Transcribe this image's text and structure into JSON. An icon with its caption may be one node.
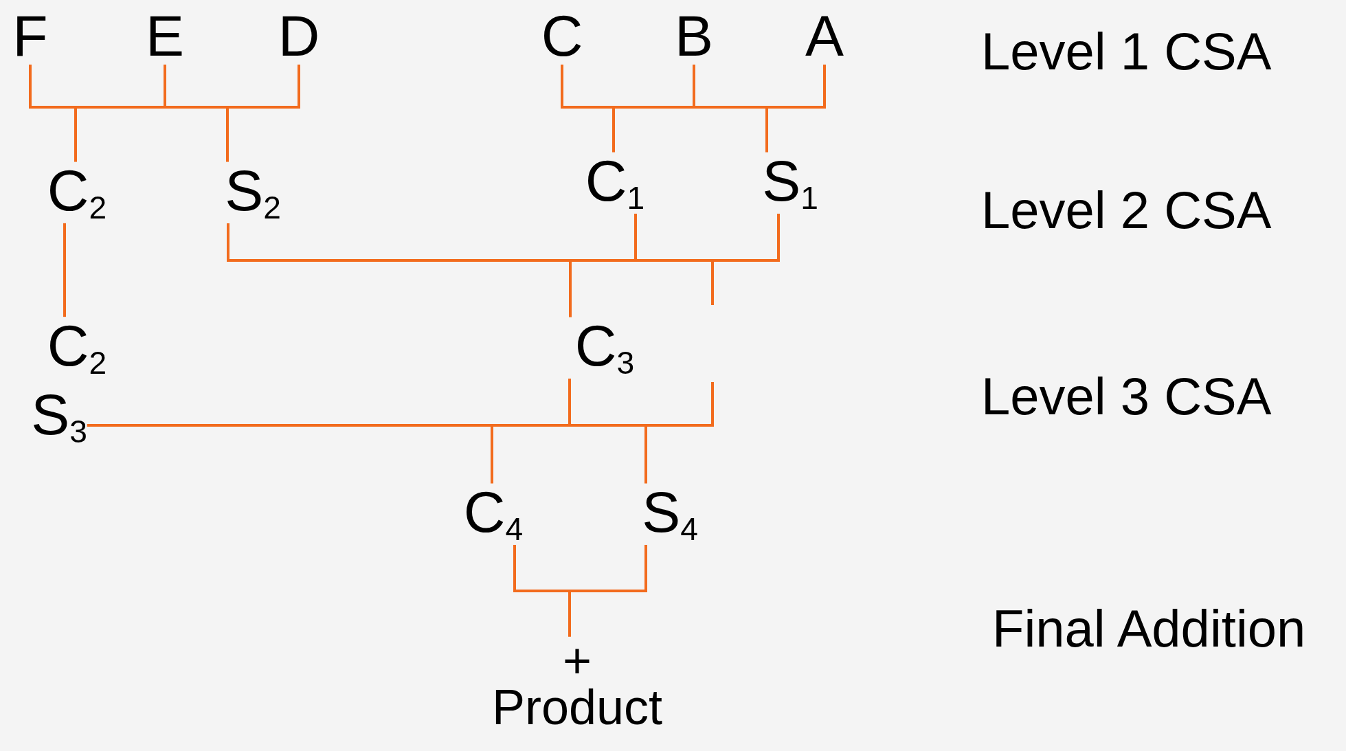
{
  "diagram": {
    "nodes": [
      {
        "text": [
          "F"
        ]
      },
      {
        "text": [
          "E"
        ]
      },
      {
        "text": [
          "D"
        ]
      },
      {
        "text": [
          "C"
        ]
      },
      {
        "text": [
          "B"
        ]
      },
      {
        "text": [
          "A"
        ]
      },
      {
        "text": [
          "C$_{2}$"
        ]
      },
      {
        "text": [
          "S$_{2}$"
        ]
      },
      {
        "text": [
          "C$_{1}$"
        ]
      },
      {
        "text": [
          "S$_{1}$"
        ]
      },
      {
        "text": [
          "C$_{2}$"
        ]
      },
      {
        "text": [
          "C$_{3}$"
        ]
      },
      {
        "text": [
          "S$_{3}$"
        ]
      },
      {
        "text": [
          "C$_{4}$"
        ]
      },
      {
        "text": [
          "S$_{4}$"
        ]
      },
      {
        "text": [
          "+",
          "Product"
        ]
      }
    ],
    "edges": [
      {
        "from": 0,
        "to": 6,
        "arrow": "none"
      },
      {
        "from": 0,
        "to": 7,
        "arrow": "none"
      },
      {
        "from": 1,
        "to": 6,
        "arrow": "none"
      },
      {
        "from": 1,
        "to": 7,
        "arrow": "none"
      },
      {
        "from": 2,
        "to": 6,
        "arrow": "none"
      },
      {
        "from": 2,
        "to": 7,
        "arrow": "none"
      },
      {
        "from": 3,
        "to": 8,
        "arrow": "none"
      },
      {
        "from": 3,
        "to": 9,
        "arrow": "none"
      },
      {
        "from": 4,
        "to": 8,
        "arrow": "none"
      },
      {
        "from": 4,
        "to": 9,
        "arrow": "none"
      },
      {
        "from": 5,
        "to": 8,
        "arrow": "none"
      },
      {
        "from": 5,
        "to": 9,
        "arrow": "none"
      },
      {
        "from": 6,
        "to": 10,
        "arrow": "none"
      },
      {
        "from": 7,
        "to": 11,
        "arrow": "none"
      },
      {
        "from": 8,
        "to": 11,
        "arrow": "none"
      },
      {
        "from": 9,
        "to": 11,
        "arrow": "none"
      },
      {
        "from": 7,
        "to": null,
        "arrow": "none"
      },
      {
        "from": 8,
        "to": null,
        "arrow": "none"
      },
      {
        "from": 9,
        "to": null,
        "arrow": "none"
      },
      {
        "from": 12,
        "to": 13,
        "arrow": "none"
      },
      {
        "from": 12,
        "to": 14,
        "arrow": "none"
      },
      {
        "from": 11,
        "to": 13,
        "arrow": "none"
      },
      {
        "from": 11,
        "to": 14,
        "arrow": "none"
      },
      {
        "from": null,
        "to": 13,
        "arrow": "none"
      },
      {
        "from": null,
        "to": 14,
        "arrow": "none"
      },
      {
        "from": 13,
        "to": 15,
        "arrow": "none"
      },
      {
        "from": 14,
        "to": 15,
        "arrow": "none"
      }
    ],
    "labels": [
      "Level 1 CSA",
      "Level 2 CSA",
      "Level 3 CSA",
      "Final Addition"
    ]
  }
}
